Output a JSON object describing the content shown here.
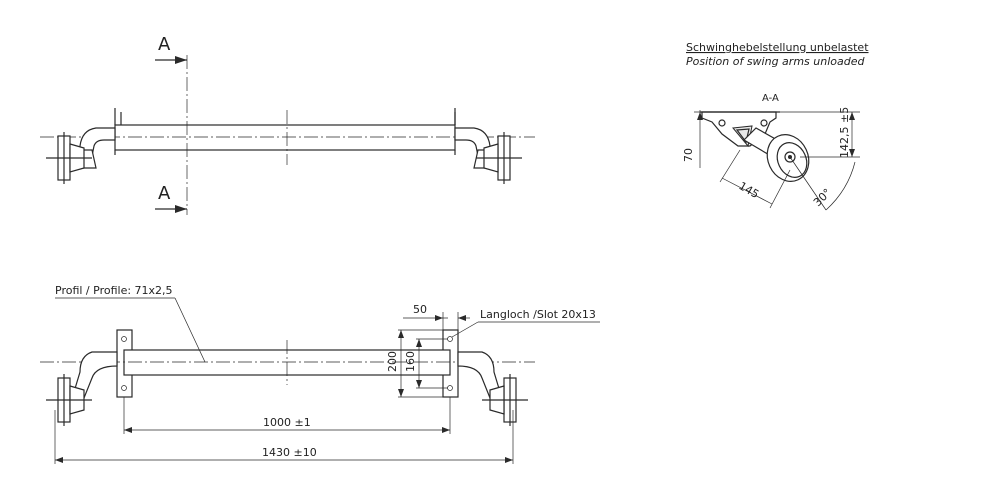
{
  "section_marks": {
    "top": "A",
    "bottom": "A"
  },
  "notes": {
    "position_de": "Schwinghebelstellung unbelastet",
    "position_en": "Position of swing arms unloaded",
    "section_label": "A-A"
  },
  "dimensions": {
    "height_70": "70",
    "arm_145": "145",
    "height_142": "142,5 ±5",
    "angle_30": "30°",
    "profile": "Profil / Profile: 71x2,5",
    "slot_offset": "50",
    "slot": "Langloch /Slot 20x13",
    "plate_200": "200",
    "plate_160": "160",
    "mount_width": "1000 ±1",
    "total_width": "1430 ±10"
  }
}
